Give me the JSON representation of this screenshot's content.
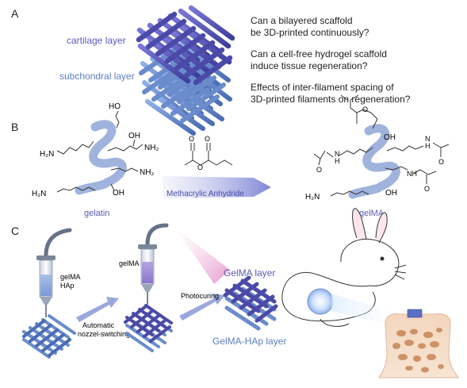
{
  "panel_a": {
    "letter": "A",
    "label_top": "cartilage layer",
    "label_bottom": "subchondral layer",
    "questions": [
      [
        "Can a bilayered scaffold",
        "be 3D-printed continuously?"
      ],
      [
        "Can a cell-free hydrogel scaffold",
        "induce tissue regeneration?"
      ],
      [
        "Effects of inter-filament spacing of",
        "3D-printed filaments on regeneration?"
      ]
    ]
  },
  "panel_b": {
    "letter": "B",
    "reagent": "Methacrylic Anhydride",
    "left_label": "gelatin",
    "right_label": "gelMA",
    "groups": {
      "h2n": "H₂N",
      "nh2": "NH₂",
      "oh": "OH",
      "ho": "HO",
      "nh": "NH",
      "h": "H",
      "n": "N",
      "o": "O"
    }
  },
  "panel_c": {
    "letter": "C",
    "syringe1_label": [
      "gelMA",
      "HAp"
    ],
    "syringe2_label": "gelMA",
    "step1": [
      "Automatic",
      "nozzel-switching"
    ],
    "step2": "Photocuring",
    "top_layer": "GelMA layer",
    "bottom_layer": "GelMA-HAp layer"
  },
  "colors": {
    "purple": "#5b5bb8",
    "blue": "#5c7fc4",
    "helix": "#8fa6d8",
    "bone": "#e8b894",
    "bone_spot": "#c98a5c"
  }
}
